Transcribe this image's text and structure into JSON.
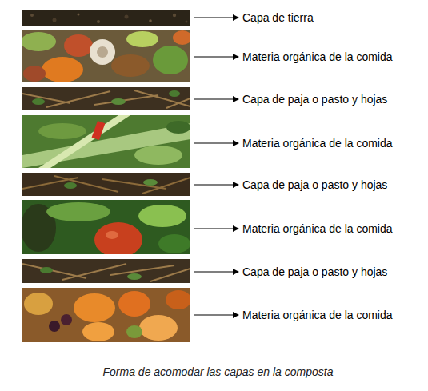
{
  "diagram": {
    "caption": "Forma de acomodar las capas en la composta",
    "labels": [
      "Capa de tierra",
      "Materia orgánica de la comida",
      "Capa de paja o pasto y hojas",
      "Materia orgánica de la comida",
      "Capa de paja o pasto y hojas",
      "Materia orgánica de la comida",
      "Capa de paja o pasto y hojas",
      "Materia orgánica de la comida"
    ]
  }
}
